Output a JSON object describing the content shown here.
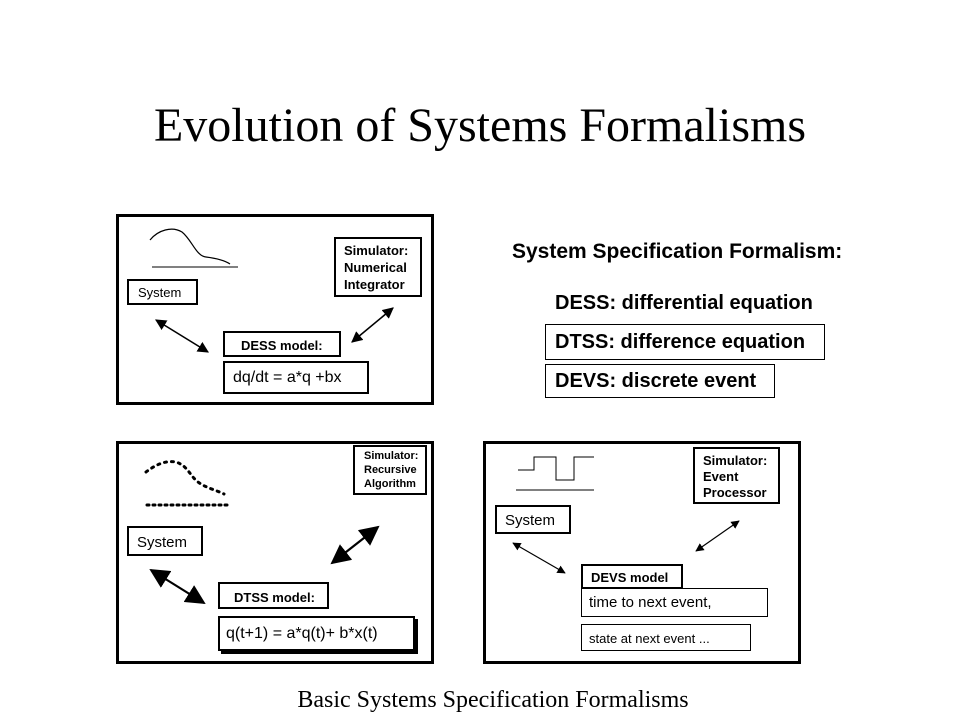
{
  "title": "Evolution of Systems Formalisms",
  "footer": "Basic Systems Specification Formalisms",
  "dess_panel": {
    "system": "System",
    "simulator": [
      "Simulator:",
      "Numerical",
      "Integrator"
    ],
    "model": "DESS model:",
    "equation": "dq/dt = a*q +bx"
  },
  "dtss_panel": {
    "system": "System",
    "simulator": [
      "Simulator:",
      "Recursive",
      "Algorithm"
    ],
    "model": "DTSS model:",
    "equation": "q(t+1) = a*q(t)+ b*x(t)"
  },
  "devs_panel": {
    "system": "System",
    "simulator": [
      "Simulator:",
      "Event",
      "Processor"
    ],
    "model": "DEVS model",
    "line1": "time to next event,",
    "line2": "state at next event ..."
  },
  "spec": {
    "title": "System Specification Formalism:",
    "dess": "DESS: differential equation",
    "dtss": "DTSS: difference equation",
    "devs": "DEVS: discrete event"
  }
}
